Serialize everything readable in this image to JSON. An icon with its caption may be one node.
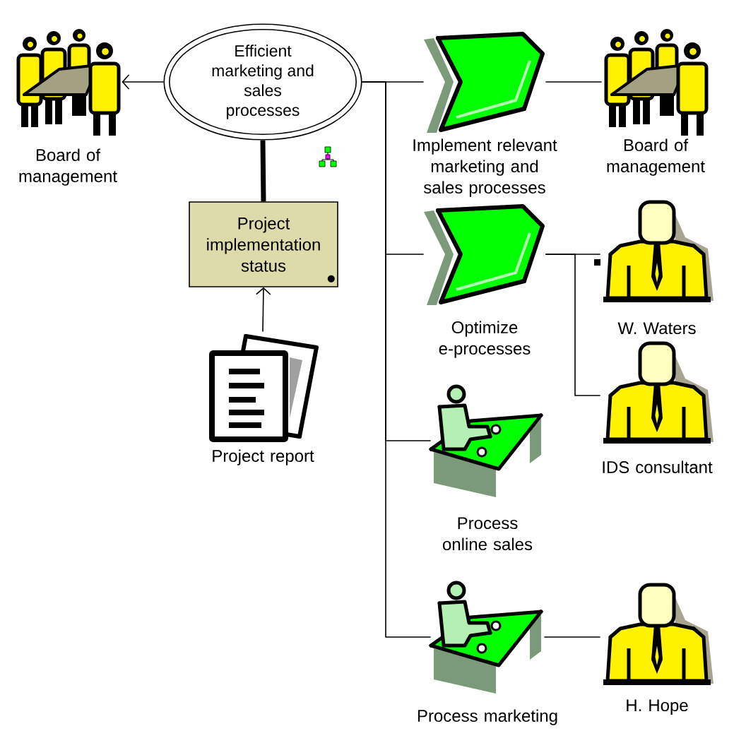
{
  "diagram": {
    "nodes": [
      {
        "text": [
          "Efficient marketing and sales processes"
        ]
      },
      {
        "text": [
          "Board of management"
        ]
      },
      {
        "text": [
          "Project implementation status"
        ]
      },
      {
        "text": [
          "Project report"
        ]
      },
      {
        "text": [
          "Implement relevant marketing and sales processes"
        ]
      },
      {
        "text": [
          "Board of management"
        ]
      },
      {
        "text": [
          "Optimize e-processes"
        ]
      },
      {
        "text": [
          "W. Waters"
        ]
      },
      {
        "text": [
          "IDS consultant"
        ]
      },
      {
        "text": [
          "Process online sales"
        ]
      },
      {
        "text": [
          "Process marketing"
        ]
      },
      {
        "text": [
          "H. Hope"
        ]
      }
    ],
    "edges": [
      {
        "from": 0,
        "to": 1,
        "arrow": "to"
      },
      {
        "from": 0,
        "to": 2,
        "arrow": "none",
        "style": "thick"
      },
      {
        "from": 3,
        "to": 2,
        "arrow": "to"
      },
      {
        "from": 0,
        "to": 4,
        "arrow": "none"
      },
      {
        "from": 0,
        "to": 6,
        "arrow": "none"
      },
      {
        "from": 0,
        "to": 9,
        "arrow": "none"
      },
      {
        "from": 0,
        "to": 10,
        "arrow": "none"
      },
      {
        "from": 4,
        "to": 5,
        "arrow": "none"
      },
      {
        "from": 6,
        "to": 7,
        "arrow": "none"
      },
      {
        "from": 6,
        "to": 8,
        "arrow": "none"
      },
      {
        "from": 10,
        "to": 11,
        "arrow": "none"
      }
    ]
  }
}
